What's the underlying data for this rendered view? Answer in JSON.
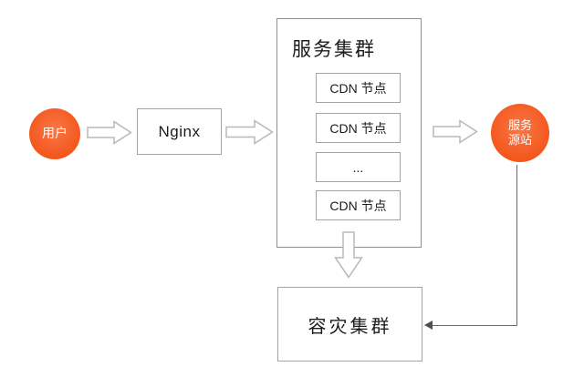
{
  "diagram": {
    "user_node": {
      "label": "用户"
    },
    "nginx_node": {
      "label": "Nginx"
    },
    "cluster": {
      "title": "服务集群",
      "nodes": [
        "CDN 节点",
        "CDN 节点",
        "...",
        "CDN 节点"
      ]
    },
    "origin_node": {
      "label_line1": "服务",
      "label_line2": "源站"
    },
    "dr_node": {
      "label": "容灾集群"
    },
    "colors": {
      "accent_orange": "#f4571c",
      "box_border": "#a3a3a3",
      "arrow_outline": "#b8b8b8",
      "feedback_line": "#6b6b6b"
    }
  }
}
